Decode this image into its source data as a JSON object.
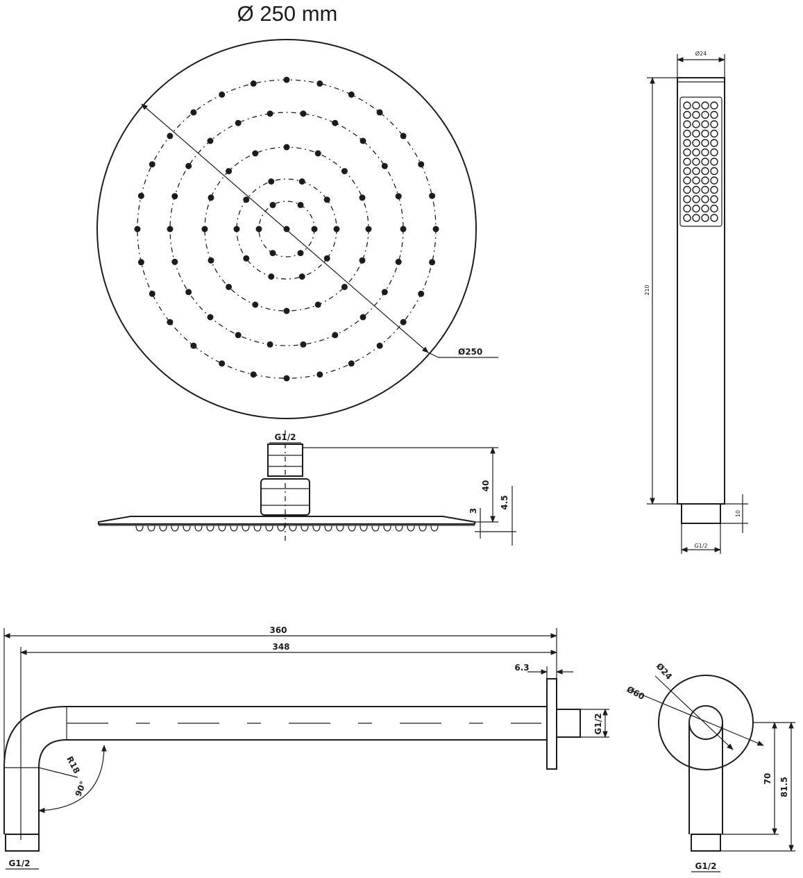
{
  "title": "Ø 250 mm",
  "rain_head": {
    "diameter_label": "Ø250",
    "thread_label": "G1/2",
    "height_label": "40",
    "thickness_label": "4.5",
    "plate_label": "3"
  },
  "hand_shower": {
    "diameter_label": "Ø24",
    "length_label": "210",
    "connector_label": "10",
    "thread_label": "G1/2"
  },
  "arm": {
    "overall_length_label": "360",
    "straight_length_label": "348",
    "flange_label": "6.3",
    "radius_label": "R18",
    "angle_label": "90°",
    "thread_label": "G1/2",
    "outlet_thread_label": "G1/2"
  },
  "arm_end_view": {
    "rosette_label": "Ø60",
    "pipe_label": "Ø24",
    "drop_label": "70",
    "total_drop_label": "81.5",
    "thread_label": "G1/2"
  }
}
